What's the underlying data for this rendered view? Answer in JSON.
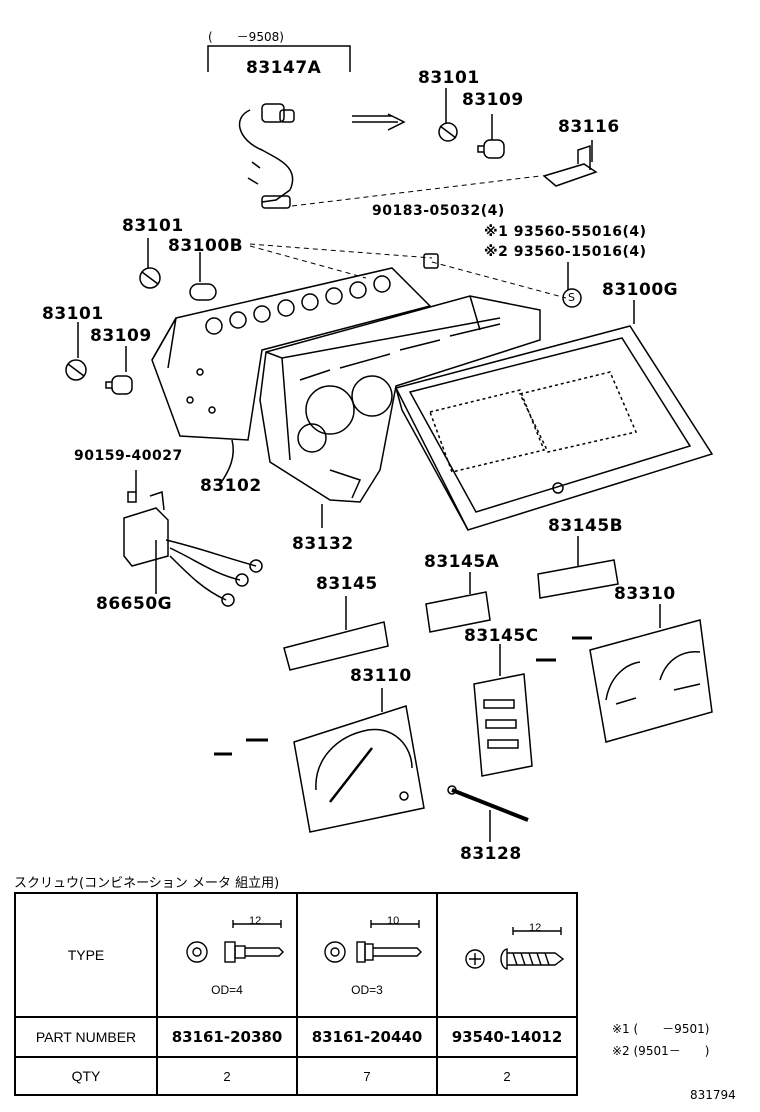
{
  "callouts": {
    "range_83147A": "(　　－9508)",
    "p83147A": "83147A",
    "p83101_top": "83101",
    "p83109_top": "83109",
    "p83116": "83116",
    "bolt_90183": "90183-05032(4)",
    "s1_93560": "※1 93560-55016(4)",
    "s2_93560": "※2 93560-15016(4)",
    "p83101_mid": "83101",
    "p83100B": "83100B",
    "p83101_left": "83101",
    "p83109_left": "83109",
    "p83100G": "83100G",
    "screw_90159": "90159-40027",
    "p83102": "83102",
    "p83132": "83132",
    "p86650G": "86650G",
    "p83145B": "83145B",
    "p83145A": "83145A",
    "p83145": "83145",
    "p83310": "83310",
    "p83145C": "83145C",
    "p83110": "83110",
    "p83128": "83128",
    "s_mark": "S"
  },
  "screw_table": {
    "caption": "スクリュウ(コンビネーション メータ 組立用)",
    "type_label": "TYPE",
    "part_number_label": "PART NUMBER",
    "qty_label": "QTY",
    "columns": [
      {
        "length": "12",
        "od": "OD=4",
        "part_number": "83161-20380",
        "qty": "2"
      },
      {
        "length": "10",
        "od": "OD=3",
        "part_number": "83161-20440",
        "qty": "7"
      },
      {
        "length": "12",
        "od": "",
        "part_number": "93540-14012",
        "qty": "2"
      }
    ]
  },
  "notes": {
    "n1": "※1 (　　－9501)",
    "n2": "※2 (9501－　　)"
  },
  "figure_number": "831794"
}
